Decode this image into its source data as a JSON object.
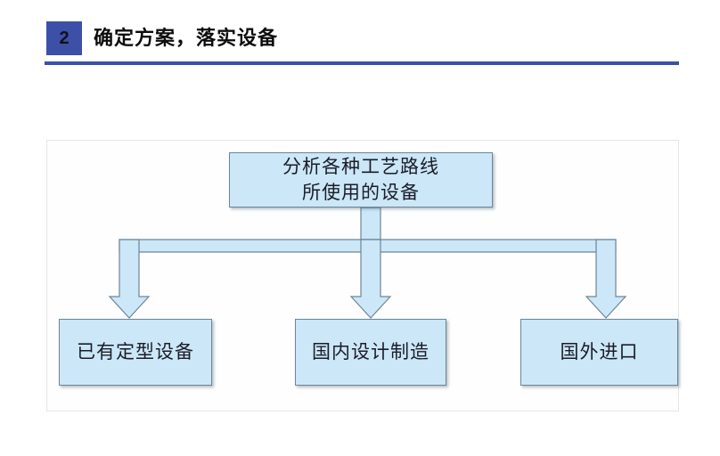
{
  "header": {
    "badge_number": "2",
    "title": "确定方案，落实设备",
    "accent_color": "#3c50a8",
    "rule_color": "#3c50a8"
  },
  "diagram": {
    "type": "flowchart",
    "panel_background": "#fefefe",
    "panel_border_color": "#e6e6e6",
    "node_fill": "#cbe7f8",
    "node_border": "#6e8596",
    "connector_fill": "#cbe7f8",
    "connector_border": "#6e8596",
    "top_node": {
      "label": "分析各种工艺路线\n所使用的设备"
    },
    "branch_nodes": [
      {
        "label": "已有定型设备"
      },
      {
        "label": "国内设计制造"
      },
      {
        "label": "国外进口"
      }
    ],
    "connector_description": "一条横向汇流条，向三个分支各引出一个向下的箭头"
  }
}
